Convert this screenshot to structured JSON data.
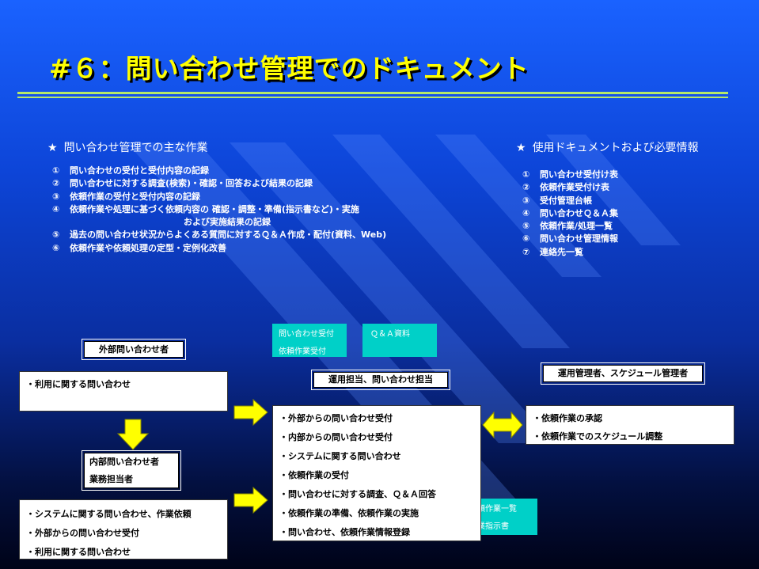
{
  "title": "#６：問い合わせ管理でのドキュメント",
  "tasks": {
    "heading": "問い合わせ管理での主な作業",
    "star": "★",
    "items": [
      {
        "num": "①",
        "text": "問い合わせの受付と受付内容の記録"
      },
      {
        "num": "②",
        "text": "問い合わせに対する調査(検索)・確認・回答および結果の記録"
      },
      {
        "num": "③",
        "text": "依頼作業の受付と受付内容の記録"
      },
      {
        "num": "④",
        "text": "依頼作業や処理に基づく依頼内容の 確認・調整・準備(指示書など)・実施"
      },
      {
        "num": "",
        "text": "および実施結果の記録"
      },
      {
        "num": "⑤",
        "text": "過去の問い合わせ状況からよくある質問に対するＱ＆Ａ作成・配付(資料、Web)"
      },
      {
        "num": "⑥",
        "text": "依頼作業や依頼処理の定型・定例化改善"
      }
    ]
  },
  "docs": {
    "heading": "使用ドキュメントおよび必要情報",
    "star": "★",
    "items": [
      {
        "num": "①",
        "text": "問い合わせ受付け表"
      },
      {
        "num": "②",
        "text": "依頼作業受付け表"
      },
      {
        "num": "③",
        "text": "受付管理台帳"
      },
      {
        "num": "④",
        "text": "問い合わせＱ＆Ａ集"
      },
      {
        "num": "⑤",
        "text": "依頼作業/処理一覧"
      },
      {
        "num": "⑥",
        "text": "問い合わせ管理情報"
      },
      {
        "num": "⑦",
        "text": "連絡先一覧"
      }
    ]
  },
  "diagram": {
    "external_label": "外部問い合わせ者",
    "external_box": [
      "・利用に関する問い合わせ"
    ],
    "internal_label": [
      "内部問い合わせ者",
      "業務担当者"
    ],
    "internal_box": [
      "・システムに関する問い合わせ、作業依頼",
      "・外部からの問い合わせ受付",
      "・利用に関する問い合わせ"
    ],
    "ops_label": "運用担当、問い合わせ担当",
    "ops_box": [
      "・外部からの問い合わせ受付",
      "・内部からの問い合わせ受付",
      "・システムに関する問い合わせ",
      "・依頼作業の受付",
      "・問い合わせに対する調査、Ｑ＆Ａ回答",
      "・依頼作業の準備、依頼作業の実施",
      "・問い合わせ、依頼作業情報登録"
    ],
    "manager_label": "運用管理者、スケジュール管理者",
    "manager_box": [
      "・依頼作業の承認",
      "・依頼作業でのスケジュール調整"
    ],
    "doc_note_1": [
      "問い合わせ受付",
      "依頼作業受付"
    ],
    "doc_note_2": [
      "Ｑ＆Ａ資料"
    ],
    "doc_note_3": [
      "依頼作業一覧",
      "作業指示書"
    ]
  }
}
